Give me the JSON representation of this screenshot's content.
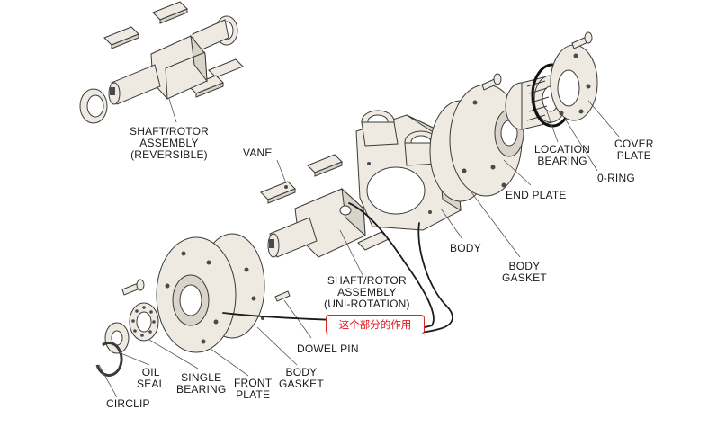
{
  "labels": {
    "shaft_rotor_reversible": [
      "SHAFT/ROTOR",
      "ASSEMBLY",
      "(REVERSIBLE)"
    ],
    "vane": "VANE",
    "shaft_rotor_uni": [
      "SHAFT/ROTOR",
      "ASSEMBLY",
      "(UNI-ROTATION)"
    ],
    "location_bearing": [
      "LOCATION",
      "BEARING"
    ],
    "cover_plate": [
      "COVER",
      "PLATE"
    ],
    "o_ring": "0-RING",
    "end_plate": "END PLATE",
    "body": "BODY",
    "body_gasket_right": [
      "BODY",
      "GASKET"
    ],
    "dowel_pin": "DOWEL PIN",
    "oil_seal": [
      "OIL",
      "SEAL"
    ],
    "single_bearing": [
      "SINGLE",
      "BEARING"
    ],
    "front_plate": [
      "FRONT",
      "PLATE"
    ],
    "body_gasket_bottom": [
      "BODY",
      "GASKET"
    ],
    "circlip": "CIRCLIP"
  },
  "annotation": {
    "text": "这个部分的作用",
    "color": "#e0151b"
  }
}
